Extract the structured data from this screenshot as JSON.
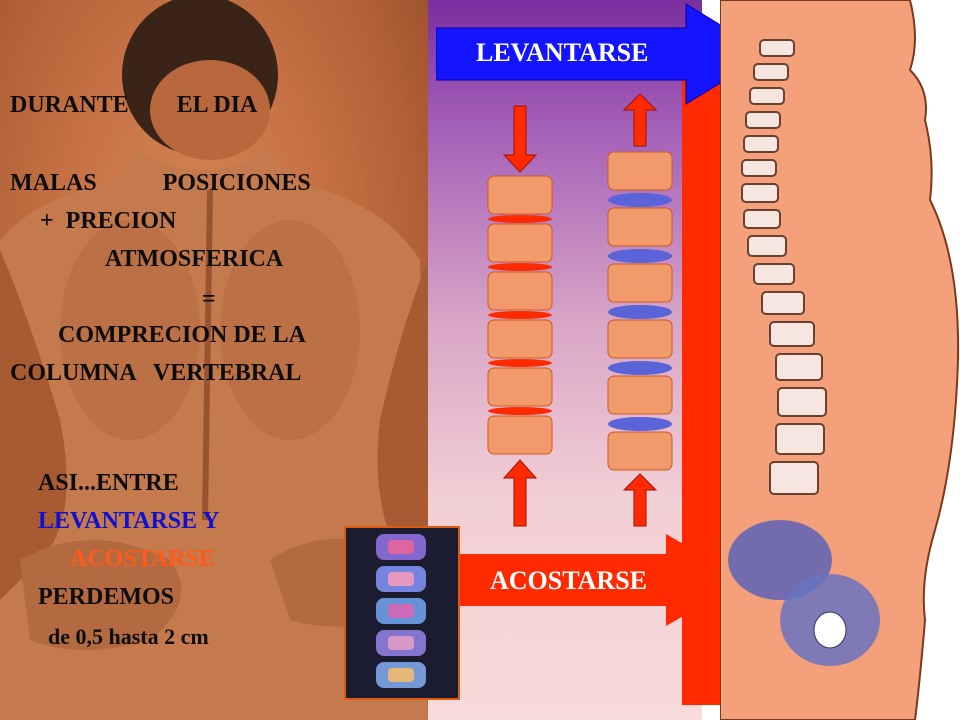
{
  "left_text": {
    "line1": "DURANTE        EL DIA",
    "line2": "MALAS           POSICIONES",
    "line3": "   +  PRECION",
    "line4": "ATMOSFERICA",
    "line5": "=",
    "line6": "COMPRECION DE LA",
    "line7": "COLUMNA   VERTEBRAL"
  },
  "bottom_text": {
    "l1": "ASI...ENTRE",
    "l2": "LEVANTARSE Y",
    "l3": "ACOSTARSE",
    "l4": "PERDEMOS",
    "l5": "de 0,5 hasta 2 cm"
  },
  "arrows": {
    "top": "LEVANTARSE",
    "bottom": "ACOSTARSE"
  },
  "colors": {
    "disc_compressed": "#ff2a00",
    "disc_expanded": "#5a63d8",
    "vertebra": "#f39a6c",
    "arrow_red": "#ff2a00",
    "arrow_blue": "#1414ff"
  }
}
